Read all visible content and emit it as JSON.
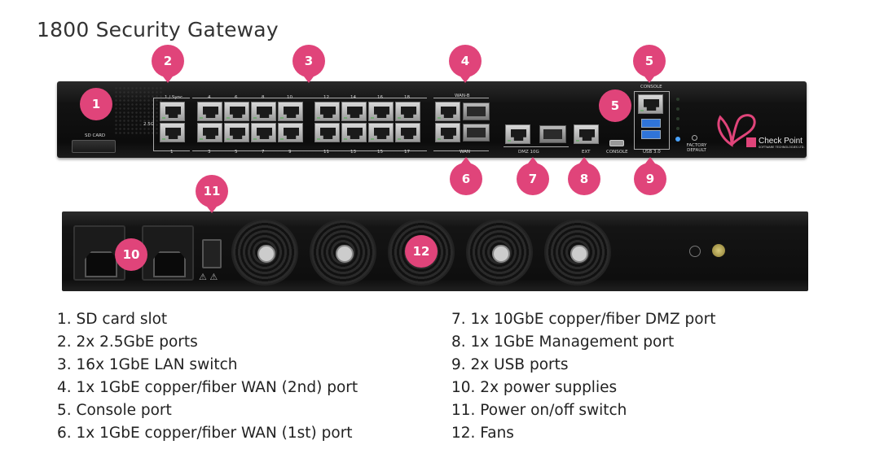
{
  "title": "1800 Security Gateway",
  "colors": {
    "badge": "#e0447a",
    "chassis": "#111111",
    "usb": "#2f74d8"
  },
  "front_panel": {
    "sd_card_label": "SD CARD",
    "sync_label": "1 / Sync",
    "speed_label": "2.5G",
    "top_port_numbers": [
      "4",
      "6",
      "8",
      "10",
      "12",
      "14",
      "16",
      "18"
    ],
    "bottom_port_numbers": [
      "1",
      "3",
      "5",
      "7",
      "9",
      "11",
      "13",
      "15",
      "17"
    ],
    "wan_b_label": "WAN-B",
    "wan_label": "WAN",
    "dmz_label": "DMZ 10G",
    "ext_label": "EXT",
    "console_label_top": "CONSOLE",
    "console_label_micro": "CONSOLE",
    "usb_label": "USB 3.0",
    "factory_default_label": "FACTORY DEFAULT",
    "brand_text": "Check Point",
    "brand_subtext": "SOFTWARE TECHNOLOGIES LTD."
  },
  "callouts": [
    "1",
    "2",
    "3",
    "4",
    "5",
    "5",
    "6",
    "7",
    "8",
    "9",
    "10",
    "11",
    "12"
  ],
  "legend_left": [
    "1. SD card slot",
    "2. 2x 2.5GbE ports",
    "3. 16x 1GbE LAN switch",
    "4. 1x 1GbE copper/fiber WAN (2nd) port",
    "5. Console port",
    "6. 1x 1GbE copper/fiber WAN (1st) port"
  ],
  "legend_right": [
    "7. 1x 10GbE copper/fiber DMZ port",
    "8. 1x 1GbE Management port",
    "9. 2x USB ports",
    "10. 2x power supplies",
    "11. Power on/off switch",
    "12. Fans"
  ]
}
